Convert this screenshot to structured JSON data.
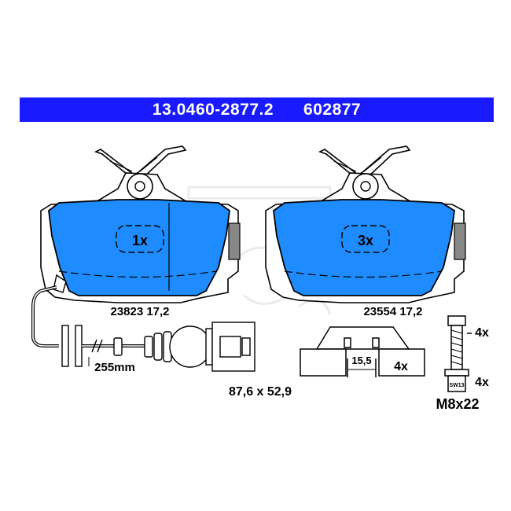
{
  "header": {
    "part_number": "13.0460-2877.2",
    "ref_number": "602877"
  },
  "pads": [
    {
      "qty_label": "1x",
      "code_thickness": "23823 17,2"
    },
    {
      "qty_label": "3x",
      "code_thickness": "23554 17,2"
    }
  ],
  "wear_sensor": {
    "length_label": "255mm"
  },
  "dimensions": {
    "size_label": "87,6 x 52,9"
  },
  "clip": {
    "width_label": "15,5",
    "qty_label": "4x"
  },
  "bolt": {
    "qty_label": "4x",
    "wrench_label": "SW13",
    "thread_label": "M8x22"
  },
  "colors": {
    "header_bg": "#1a1aff",
    "pad_fill": "#1e8cff",
    "line": "#000000"
  }
}
